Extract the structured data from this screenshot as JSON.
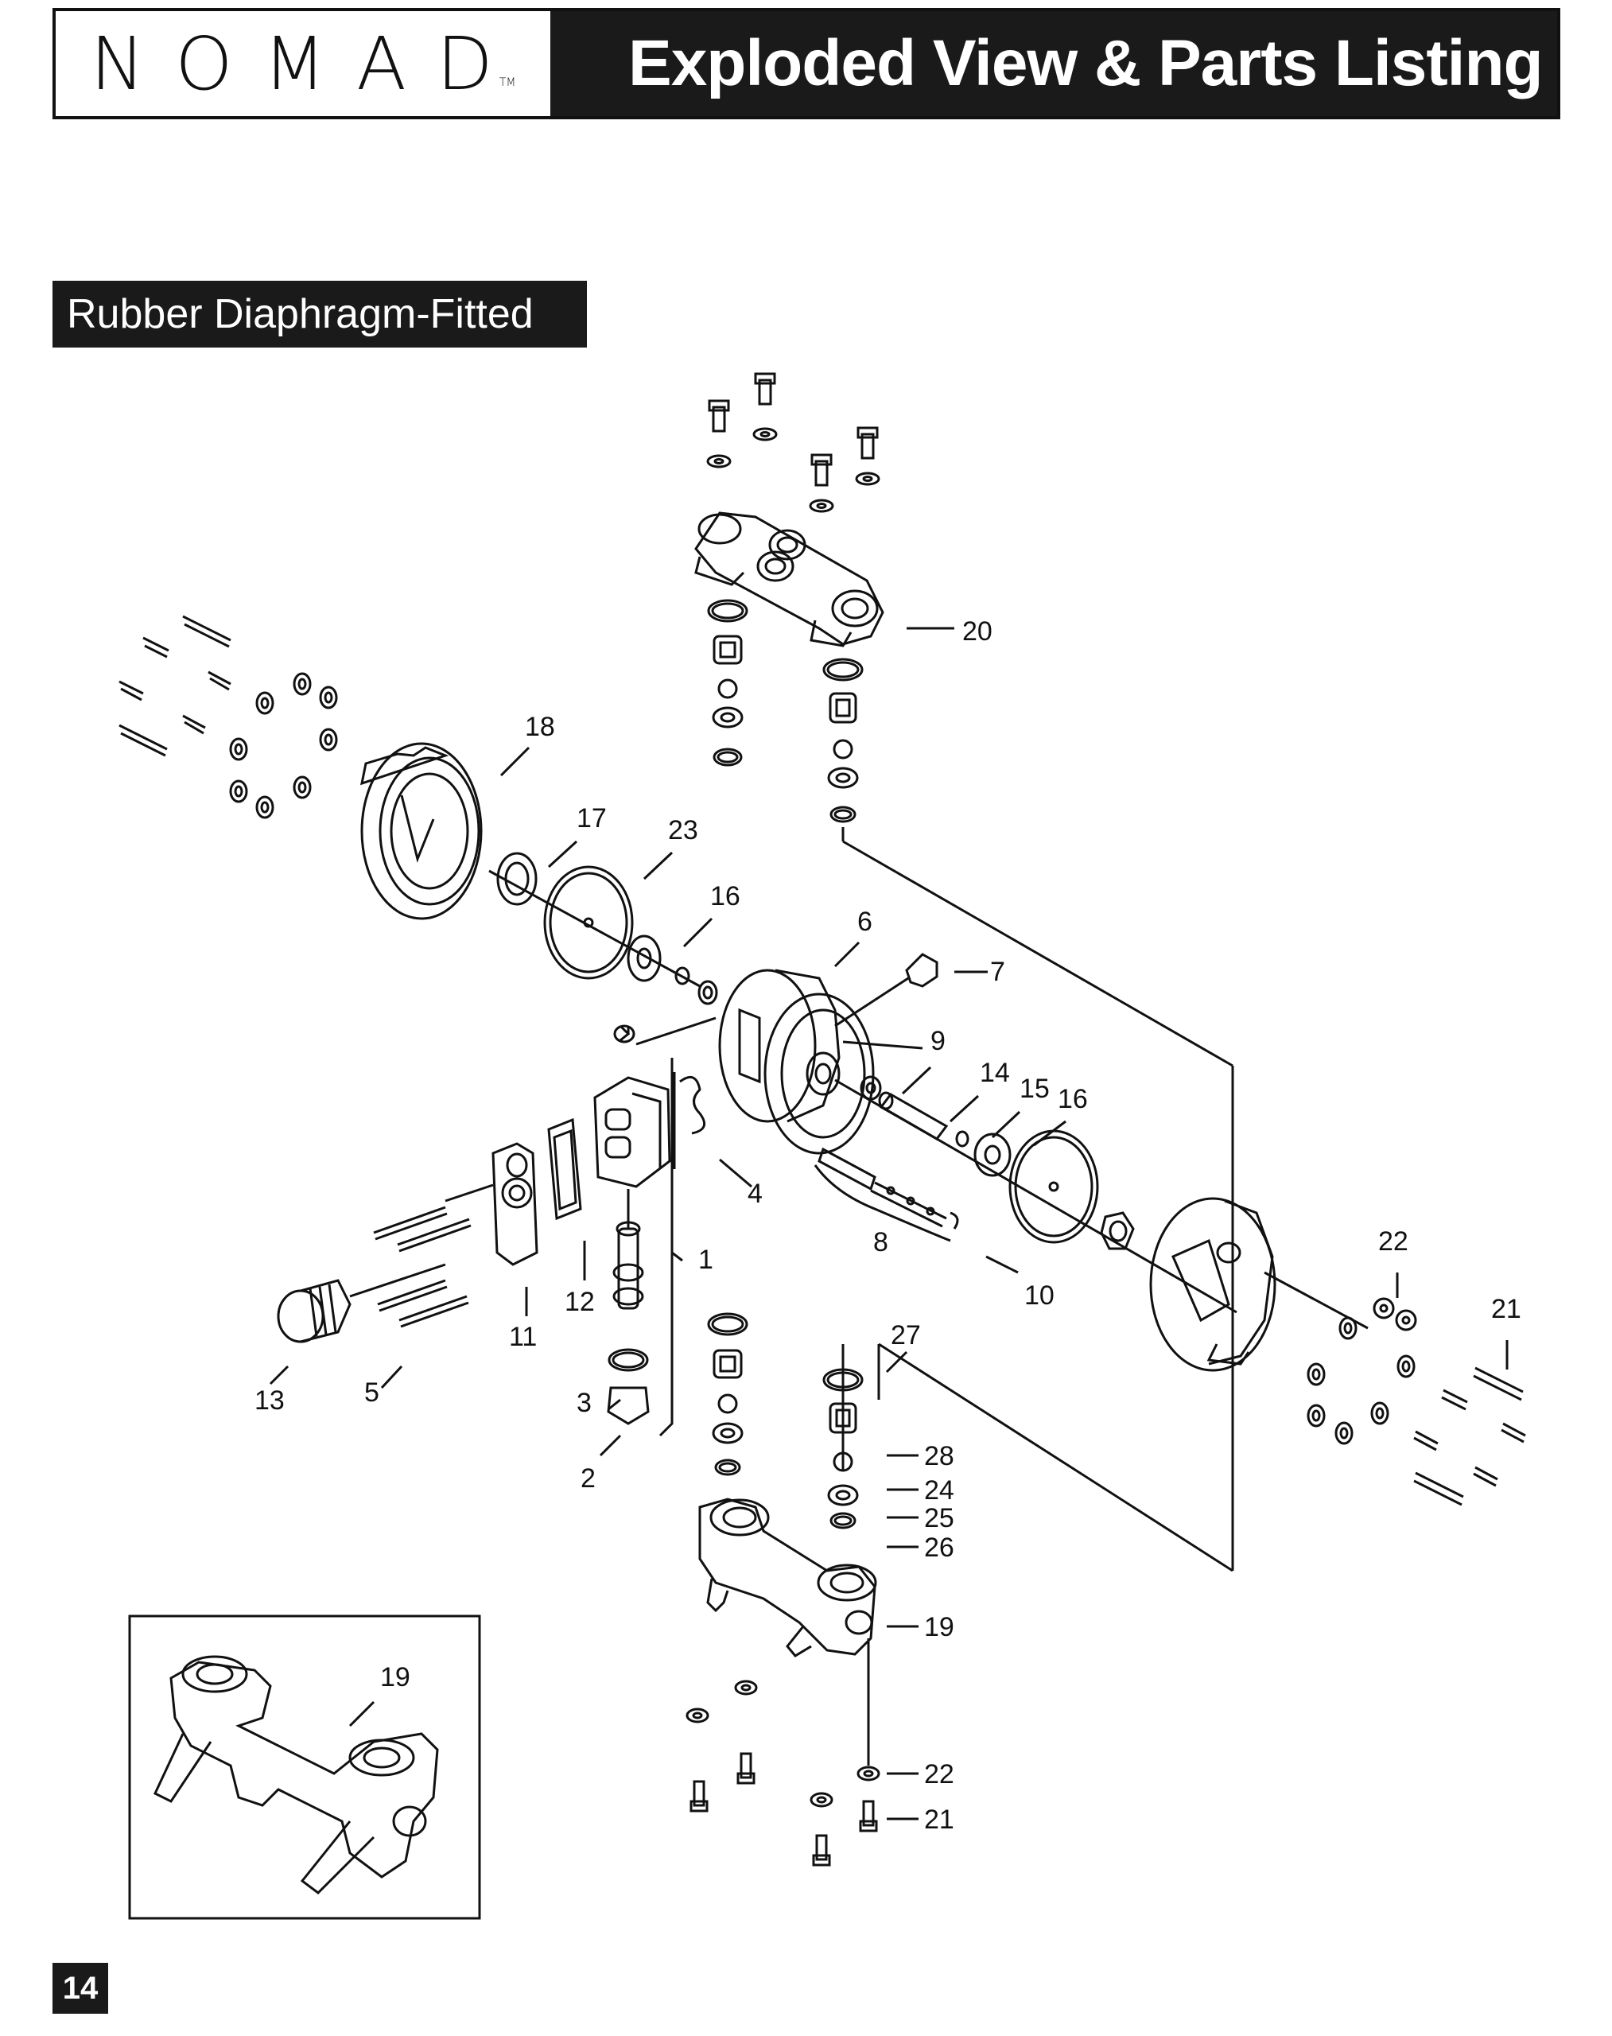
{
  "header": {
    "brand": "NOMAD",
    "trademark": "TM",
    "title": "Exploded View & Parts Listing"
  },
  "section_title": "Rubber Diaphragm-Fitted",
  "page_number": "14",
  "callouts": {
    "c1": "1",
    "c2": "2",
    "c3": "3",
    "c4": "4",
    "c5": "5",
    "c6": "6",
    "c7": "7",
    "c8": "8",
    "c9": "9",
    "c10": "10",
    "c11": "11",
    "c12": "12",
    "c13": "13",
    "c14": "14",
    "c15": "15",
    "c16a": "16",
    "c16b": "16",
    "c17": "17",
    "c18": "18",
    "c19": "19",
    "c19_inset": "19",
    "c20": "20",
    "c21a": "21",
    "c21b": "21",
    "c22a": "22",
    "c22b": "22",
    "c23": "23",
    "c24": "24",
    "c25": "25",
    "c26": "26",
    "c27": "27",
    "c28": "28"
  }
}
